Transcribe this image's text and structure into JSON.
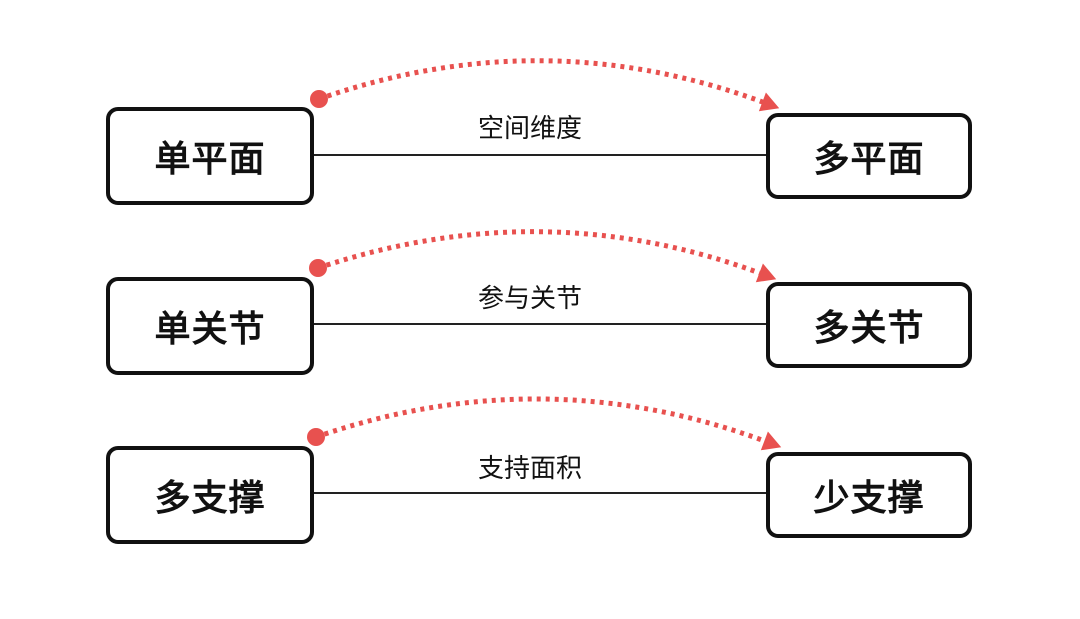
{
  "colors": {
    "arrow": "#E8514F",
    "box_border": "#111111",
    "line": "#222222"
  },
  "rows": [
    {
      "left": "单平面",
      "right": "多平面",
      "label": "空间维度"
    },
    {
      "left": "单关节",
      "right": "多关节",
      "label": "参与关节"
    },
    {
      "left": "多支撑",
      "right": "少支撑",
      "label": "支持面积"
    }
  ]
}
